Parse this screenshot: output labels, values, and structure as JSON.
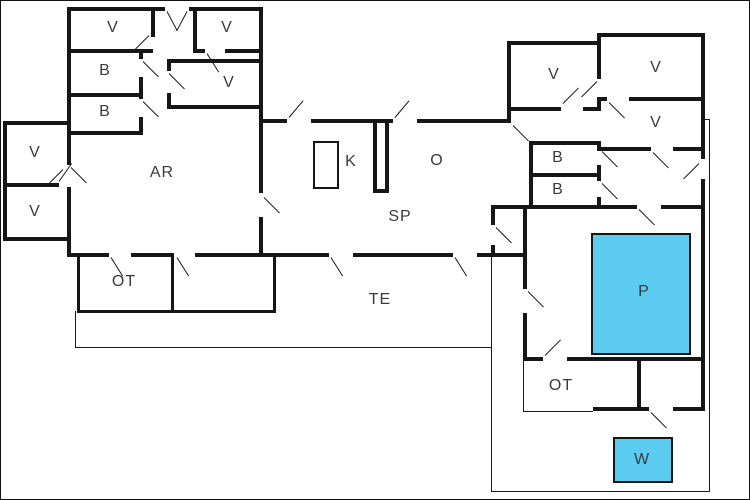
{
  "colors": {
    "background": "#ffffff",
    "wall": "#161616",
    "outline": "#1a1a1a",
    "label": "#3a3a3a",
    "pool": "#5bcbf0"
  },
  "rooms": [
    {
      "id": "v-1",
      "label": "V"
    },
    {
      "id": "v-2",
      "label": "V"
    },
    {
      "id": "b-1",
      "label": "B"
    },
    {
      "id": "b-2",
      "label": "B"
    },
    {
      "id": "v-3",
      "label": "V"
    },
    {
      "id": "v-4",
      "label": "V"
    },
    {
      "id": "v-5",
      "label": "V"
    },
    {
      "id": "ar",
      "label": "AR"
    },
    {
      "id": "ot-west",
      "label": "OT"
    },
    {
      "id": "k",
      "label": "K"
    },
    {
      "id": "o",
      "label": "O"
    },
    {
      "id": "sp",
      "label": "SP"
    },
    {
      "id": "te",
      "label": "TE"
    },
    {
      "id": "v-6",
      "label": "V"
    },
    {
      "id": "v-7",
      "label": "V"
    },
    {
      "id": "v-8",
      "label": "V"
    },
    {
      "id": "b-3",
      "label": "B"
    },
    {
      "id": "b-4",
      "label": "B"
    },
    {
      "id": "p",
      "label": "P"
    },
    {
      "id": "ot-east",
      "label": "OT"
    },
    {
      "id": "w",
      "label": "W"
    }
  ]
}
